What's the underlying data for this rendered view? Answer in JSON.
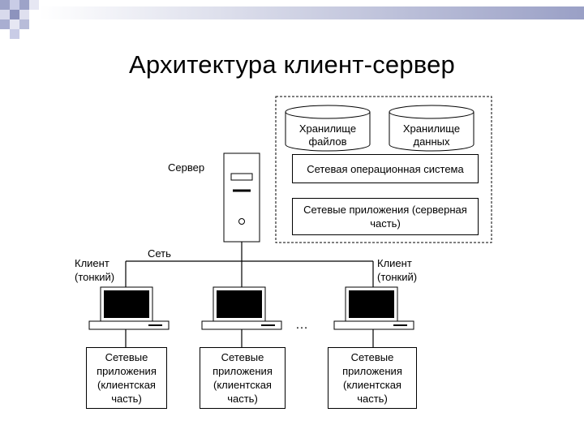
{
  "title": "Архитектура клиент-сервер",
  "storages": {
    "files": "Хранилище файлов",
    "data": "Хранилище данных"
  },
  "server": {
    "label": "Сервер",
    "network_os": "Сетевая операционная система",
    "apps": "Сетевые приложения (серверная часть)"
  },
  "network_label": "Сеть",
  "clients": {
    "left_label": "Клиент (тонкий)",
    "right_label": "Клиент (тонкий)",
    "ellipsis": "…",
    "apps": [
      "Сетевые приложения (клиентская часть)",
      "Сетевые приложения (клиентская часть)",
      "Сетевые приложения (клиентская часть)"
    ]
  }
}
